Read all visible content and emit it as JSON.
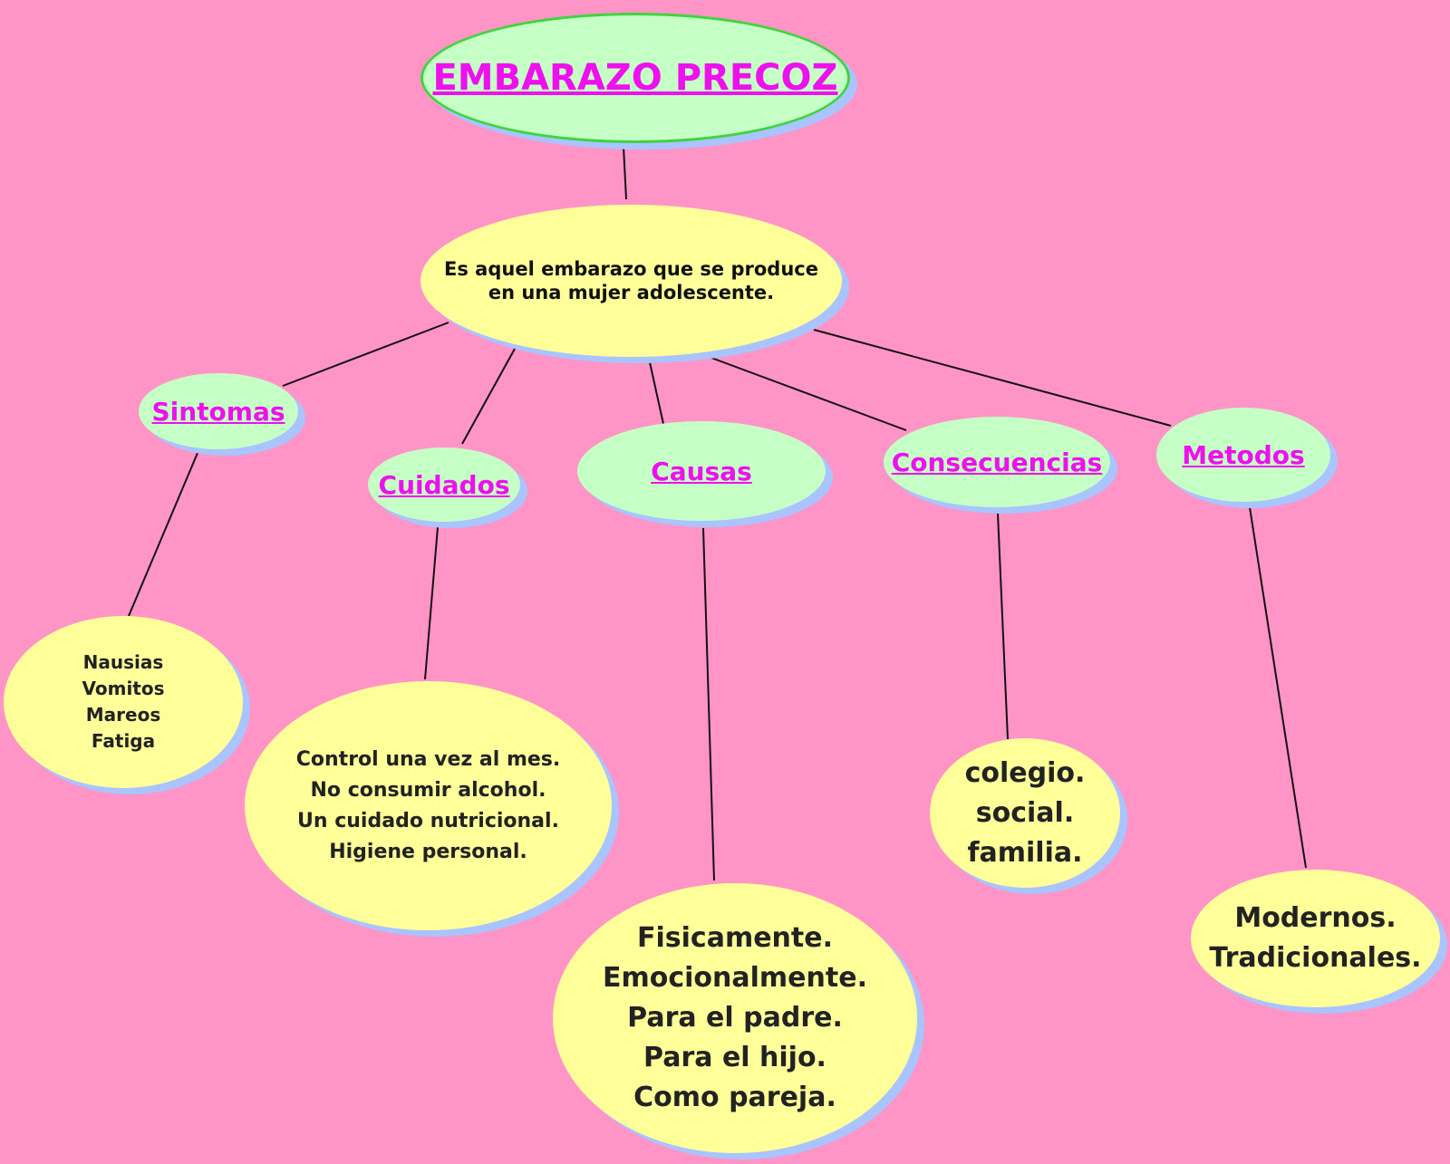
{
  "title": "EMBARAZO PRECOZ",
  "definition": [
    "Es aquel embarazo que se produce",
    "en una mujer adolescente."
  ],
  "categories": {
    "sintomas": {
      "label": "Sintomas",
      "items": [
        "Nausias",
        "Vomitos",
        "Mareos",
        "Fatiga"
      ]
    },
    "cuidados": {
      "label": "Cuidados",
      "items": [
        "Control una vez al mes.",
        "No consumir alcohol.",
        "Un cuidado nutricional.",
        "Higiene personal."
      ]
    },
    "causas": {
      "label": "Causas",
      "items": [
        "Fisicamente.",
        "Emocionalmente.",
        "Para el padre.",
        "Para el hijo.",
        "Como pareja."
      ]
    },
    "consecuencias": {
      "label": "Consecuencias",
      "items": [
        "colegio.",
        "social.",
        "familia."
      ]
    },
    "metodos": {
      "label": "Metodos",
      "items": [
        "Modernos.",
        "Tradicionales."
      ]
    }
  },
  "colors": {
    "background": "#ff94c6",
    "category_fill": "#c6ffc6",
    "detail_fill": "#ffff99",
    "accent_text": "#ee10ee",
    "shadow": "#a9c4ff",
    "root_border": "#3fd43f"
  }
}
